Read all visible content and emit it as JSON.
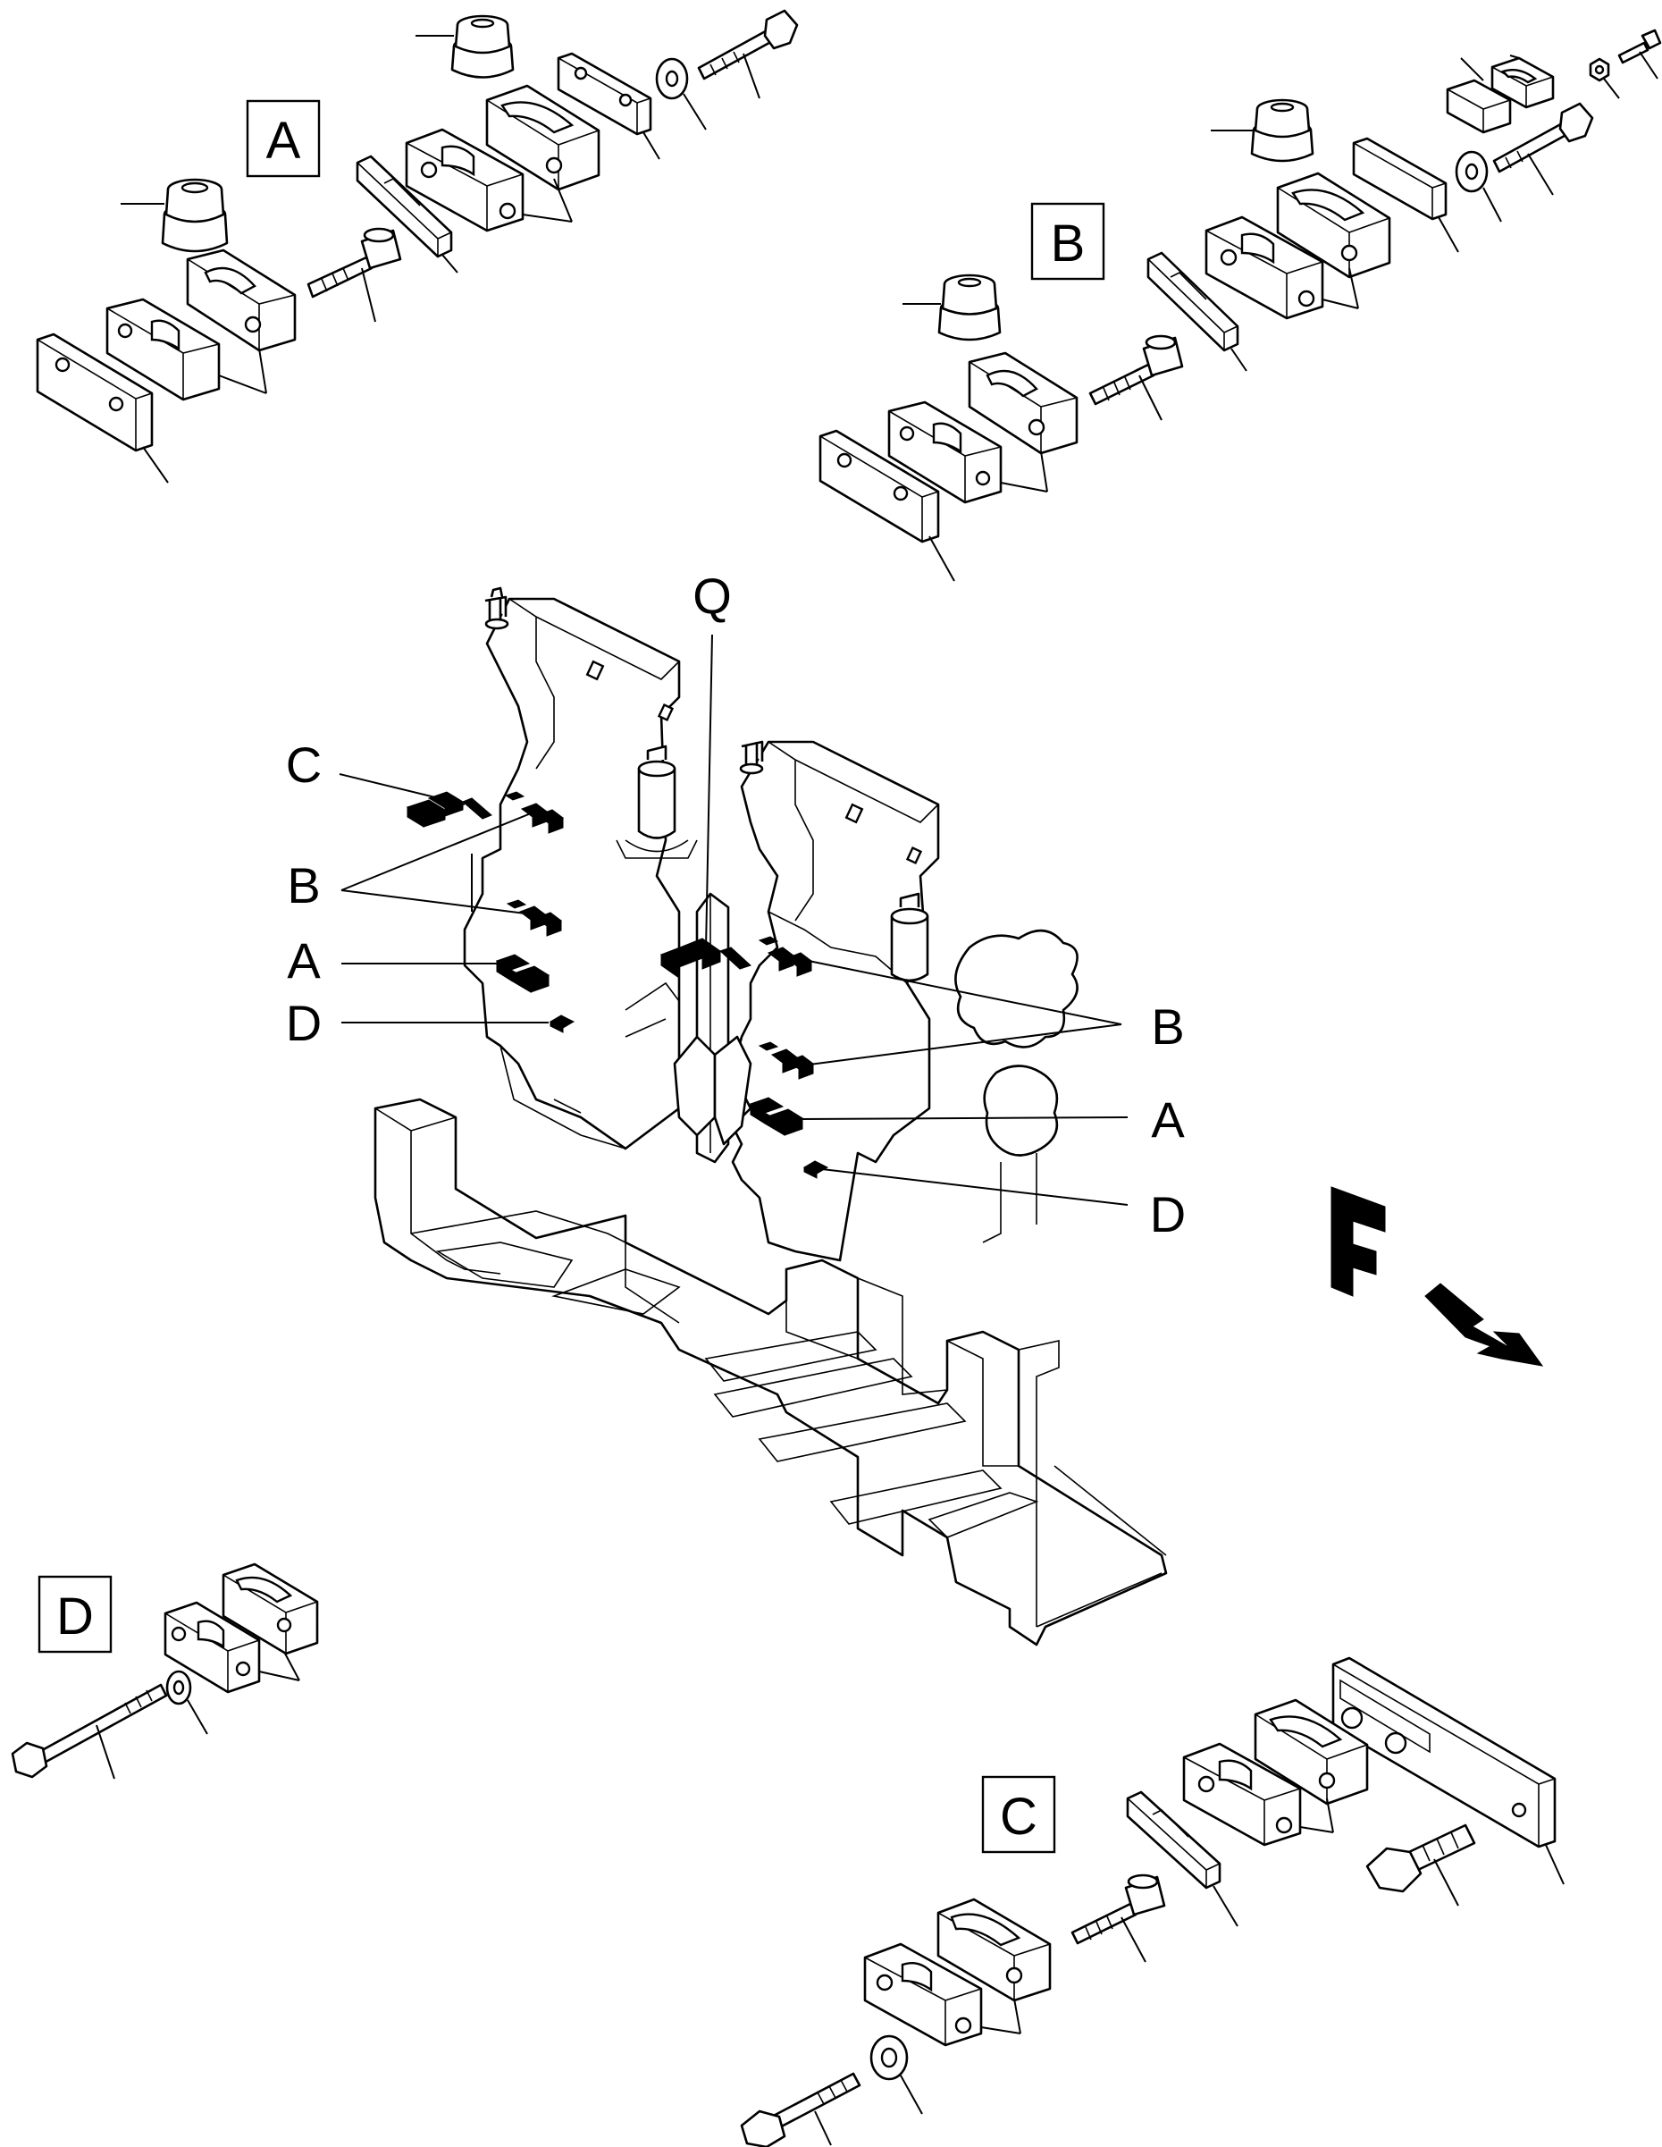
{
  "detail_labels": {
    "a": "A",
    "b": "B",
    "c": "C",
    "d": "D"
  },
  "callouts": {
    "q": "Q",
    "left_c": "C",
    "left_b": "B",
    "left_a": "A",
    "left_d": "D",
    "right_b": "B",
    "right_a": "A",
    "right_d": "D"
  },
  "direction_mark": {
    "letter": "F",
    "icon": "front-direction-arrow-icon"
  }
}
